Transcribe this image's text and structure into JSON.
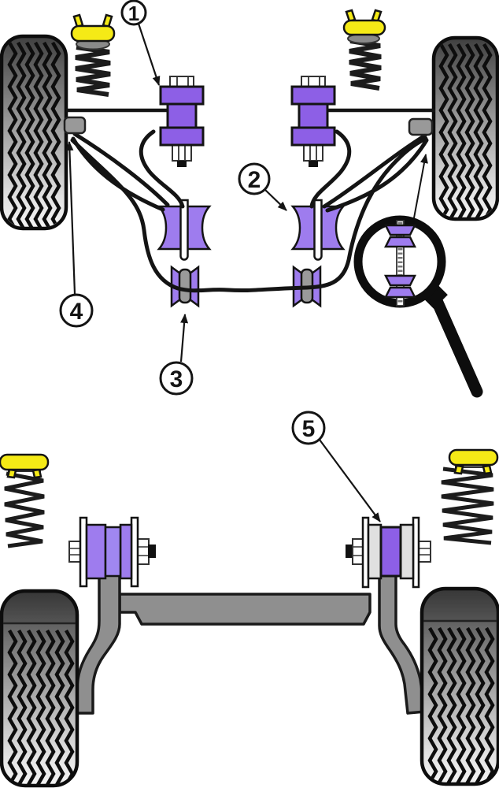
{
  "diagram": {
    "callouts": [
      {
        "label": "1"
      },
      {
        "label": "2"
      },
      {
        "label": "3"
      },
      {
        "label": "4"
      },
      {
        "label": "5"
      }
    ],
    "colors": {
      "bushing_purple": "#8d5fe6",
      "bushing_purple_light": "#9e7cee",
      "rear_core_purple": "#a087f0",
      "metal_gray": "#8f8f8f",
      "bracket_gray": "#999999",
      "washer_gray": "#e0e0e0",
      "spring_yellow": "#f5ea16",
      "outline": "#141414"
    }
  }
}
